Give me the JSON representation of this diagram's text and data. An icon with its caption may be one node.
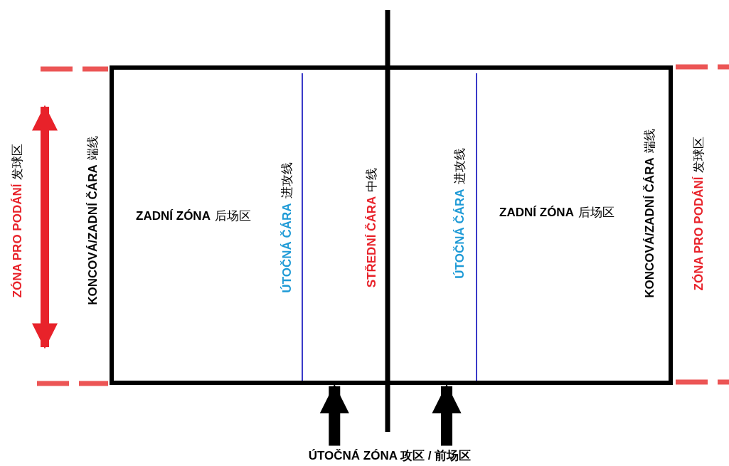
{
  "diagram": {
    "nodes": [
      {
        "text": [
          "ÚTOČNÁ ZÓNA 攻区 / 前场区"
        ]
      },
      {
        "text": [],
        "shape": "box"
      }
    ],
    "edges": [
      {
        "from": 0,
        "to": 1,
        "arrow": "to"
      },
      {
        "from": 0,
        "to": 1,
        "arrow": "to"
      }
    ],
    "labels": [
      "ZÓNA PRO PODÁNÍ",
      "发球区",
      "KONCOVÁ/ZADNÍ ČÁRA",
      "端线",
      "ZADNÍ ZÓNA",
      "后场区",
      "ÚTOČNÁ ČÁRA",
      "进攻线",
      "STŘEDNÍ ČÁRA",
      "中线",
      "ÚTOČNÁ ČÁRA",
      "进攻线",
      "ZADNÍ ZÓNA",
      "后场区",
      "KONCOVÁ/ZADNÍ ČÁRA",
      "端线",
      "ZÓNA PRO PODÁNÍ",
      "发球区"
    ]
  }
}
